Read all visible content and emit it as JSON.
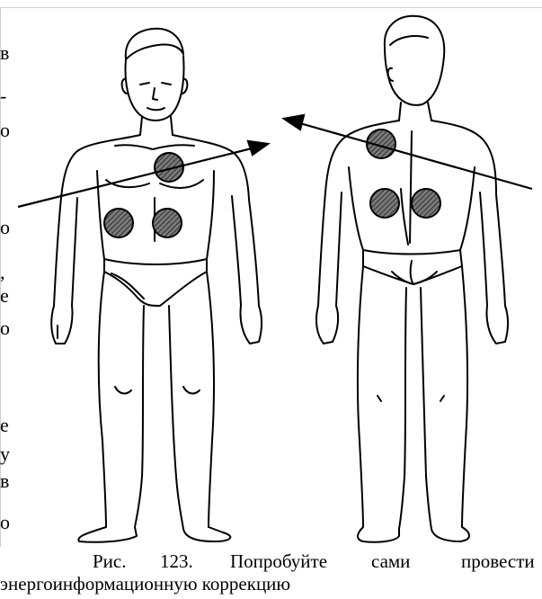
{
  "edge_fragments": [
    "в",
    "-",
    "о",
    "о",
    ",",
    "е",
    "о",
    "е",
    "у",
    "в",
    "о"
  ],
  "caption": {
    "fig": "Рис.",
    "number": "123.",
    "w1": "Попробуйте",
    "w2": "сами",
    "w3": "провести",
    "line2": "энергоинформационную коррекцию"
  },
  "colors": {
    "line": "#000000",
    "spot": "#5a5a5a",
    "frame": "#cfcfcf"
  }
}
